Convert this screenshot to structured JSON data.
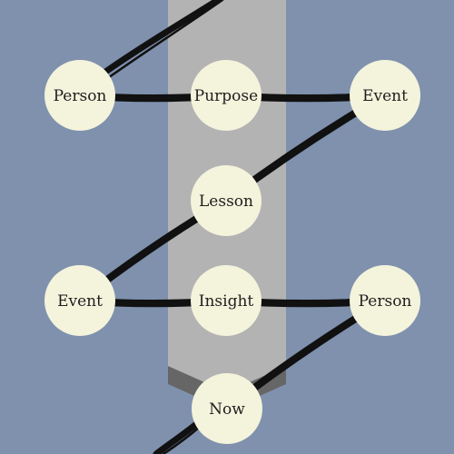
{
  "colors": {
    "background": "#7f91ad",
    "band": "#b3b3b3",
    "band_tip": "#666666",
    "node_fill": "#f4f3dc",
    "connector": "#111111",
    "label": "#1e1e1e"
  },
  "nodes": [
    {
      "id": "person-top",
      "label": "Person"
    },
    {
      "id": "purpose",
      "label": "Purpose"
    },
    {
      "id": "event-top",
      "label": "Event"
    },
    {
      "id": "lesson",
      "label": "Lesson"
    },
    {
      "id": "event-bottom",
      "label": "Event"
    },
    {
      "id": "insight",
      "label": "Insight"
    },
    {
      "id": "person-bottom",
      "label": "Person"
    },
    {
      "id": "now",
      "label": "Now"
    }
  ],
  "edges": [
    {
      "from": "person-top",
      "to": "purpose"
    },
    {
      "from": "purpose",
      "to": "event-top"
    },
    {
      "from": "event-top",
      "to": "lesson"
    },
    {
      "from": "lesson",
      "to": "event-bottom"
    },
    {
      "from": "event-bottom",
      "to": "insight"
    },
    {
      "from": "insight",
      "to": "person-bottom"
    },
    {
      "from": "person-bottom",
      "to": "now"
    }
  ]
}
